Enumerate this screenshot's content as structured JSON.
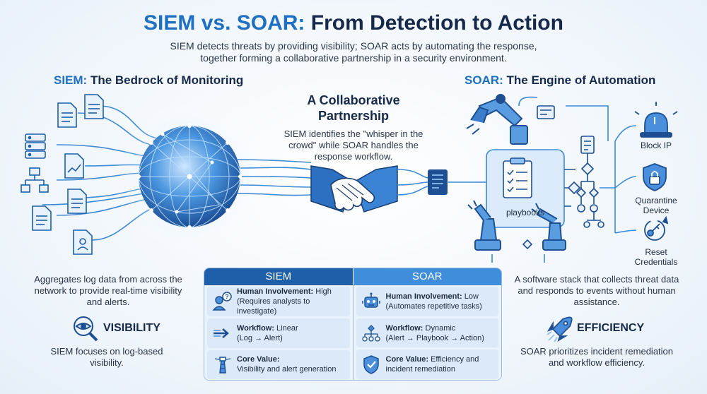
{
  "title_hl": "SIEM vs. SOAR:",
  "title_rest": " From Detection to Action",
  "subtitle_line1": "SIEM detects threats by providing visibility; SOAR acts by automating the response,",
  "subtitle_line2": "together forming a collaborative partnership in a security environment.",
  "siem": {
    "head_hl": "SIEM:",
    "head_rest": " The Bedrock of Monitoring",
    "desc": "Aggregates log data from across the network to provide real-time visibility and alerts.",
    "feature": "VISIBILITY",
    "feature_desc": "SIEM focuses on log-based visibility."
  },
  "center": {
    "head_line1": "A Collaborative",
    "head_line2": "Partnership",
    "desc": "SIEM identifies the \"whisper in the crowd\" while SOAR handles the response workflow."
  },
  "soar": {
    "head_hl": "SOAR:",
    "head_rest": " The Engine of Automation",
    "playbooks": "playbooks",
    "actions": [
      "Block IP",
      "Quarantine Device",
      "Reset Credentials"
    ],
    "desc": "A software stack that collects threat data and responds to events without human assistance.",
    "feature": "EFFICIENCY",
    "feature_desc": "SOAR prioritizes incident remediation and workflow efficiency."
  },
  "table": {
    "col1": "SIEM",
    "col2": "SOAR",
    "siem_rows": [
      {
        "label": "Human Involvement:",
        "value": " High",
        "sub": "(Requires analysts to investigate)",
        "icon": "person-question-icon"
      },
      {
        "label": "Workflow:",
        "value": " Linear",
        "sub": "(Log → Alert)",
        "icon": "arrow-right-icon"
      },
      {
        "label": "Core Value:",
        "value": "",
        "sub": "Visibility and alert generation",
        "icon": "lighthouse-icon"
      }
    ],
    "soar_rows": [
      {
        "label": "Human Involvement:",
        "value": " Low",
        "sub": "(Automates repetitive tasks)",
        "icon": "robot-icon"
      },
      {
        "label": "Workflow:",
        "value": " Dynamic",
        "sub": "(Alert → Playbook → Action)",
        "icon": "workflow-tree-icon"
      },
      {
        "label": "Core Value:",
        "value": " Efficiency and",
        "sub": "incident remediation",
        "icon": "shield-check-icon"
      }
    ]
  },
  "colors": {
    "accent": "#1f6fc3",
    "dark": "#16294a",
    "table_siem": "#1e5fa9",
    "table_soar": "#3f8edb"
  }
}
